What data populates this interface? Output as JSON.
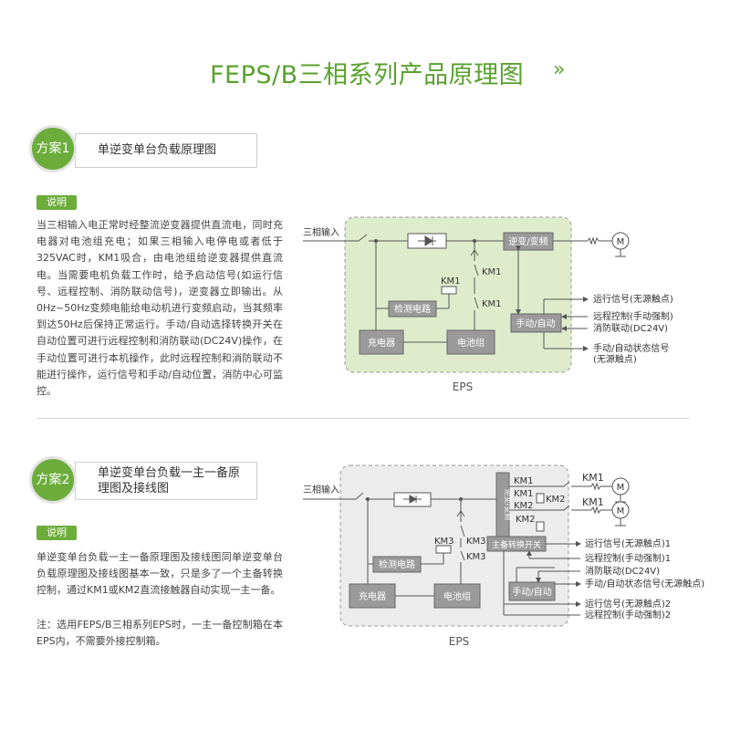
{
  "title": "FEPS/B三相系列产品原理图",
  "title_arrow": "»",
  "scheme1": {
    "badge": "方案1",
    "heading": "单逆变单台负载原理图",
    "note_label": "说明",
    "paragraph": "当三相输入电正常时经整流逆变器提供直流电，同时充电器对电池组充电；如果三相输入电停电或者低于325VAC时，KM1吸合，由电池组给逆变器提供直流电。当需要电机负载工作时，给予启动信号(如运行信号、远程控制、消防联动信号)，逆变器立即输出。从0Hz~50Hz变频电能给电动机进行变频启动，当其频率到达50Hz后保持正常运行。手动/自动选择转换开关在自动位置可进行远程控制和消防联动(DC24V)操作，在手动位置可进行本机操作，此时远程控制和消防联动不能进行操作，运行信号和手动/自动位置，消防中心可监控。",
    "diagram": {
      "input": "三相输入",
      "inverter": "逆变/变频",
      "detect": "检测电路",
      "charger": "充电器",
      "battery": "电池组",
      "manual_auto": "手动/自动",
      "km1": "KM1",
      "motor": "M",
      "eps": "EPS",
      "sig_run": "运行信号(无源触点)",
      "sig_remote": "远程控制(手动强制)",
      "sig_fire": "消防联动(DC24V)",
      "sig_status_1": "手动/自动状态信号",
      "sig_status_2": "(无源触点)"
    }
  },
  "scheme2": {
    "badge": "方案2",
    "heading_line1": "单逆变单台负载一主一备原",
    "heading_line2": "理图及接线图",
    "note_label": "说明",
    "paragraph1": "单逆变单台负载一主一备原理图及接线图同单逆变单台负载原理图及接线图基本一致，只是多了一个主备转换控制，通过KM1或KM2直流接触器自动实现一主一备。",
    "paragraph2": "注：选用FEPS/B三相系列EPS时，一主一备控制箱在本EPS内，不需要外接控制箱。",
    "diagram": {
      "input": "三相输入",
      "inverter_vertical": "逆变/变频",
      "detect": "检测电路",
      "charger": "充电器",
      "battery": "电池组",
      "switch": "主备转换开关",
      "manual_auto": "手动/自动",
      "km1": "KM1",
      "km2": "KM2",
      "km3": "KM3",
      "motor": "M",
      "eps": "EPS",
      "sig_run1": "运行信号(无源触点)1",
      "sig_remote1": "远程控制(手动强制)1",
      "sig_fire": "消防联动(DC24V)",
      "sig_status": "手动/自动状态信号(无源触点)",
      "sig_run2": "运行信号(无源触点)2",
      "sig_remote2": "远程控制(手动强制)2"
    }
  },
  "colors": {
    "green": "#5aa12f",
    "panel1_fill": "#dfeccc",
    "panel2_fill": "#ececec",
    "box_fill": "#9a9a9a"
  }
}
